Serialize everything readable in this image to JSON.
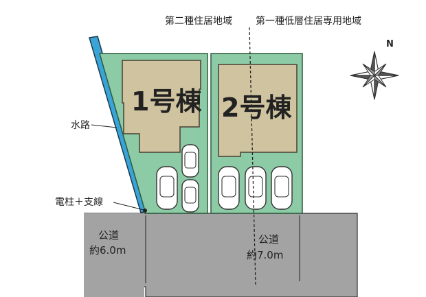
{
  "zoning": {
    "left": "第二種住居地域",
    "right": "第一種低層住居専用地域"
  },
  "buildings": [
    {
      "label": "1号棟"
    },
    {
      "label": "2号棟"
    }
  ],
  "labels": {
    "waterway": "水路",
    "pole": "電柱＋支線",
    "compass_north": "N"
  },
  "roads": [
    {
      "name": "公道",
      "width": "約6.0m"
    },
    {
      "name": "公道",
      "width": "約7.0m"
    }
  ],
  "colors": {
    "lot": "#8ccba6",
    "lot_edge": "#2d5b3c",
    "building": "#cfc3a0",
    "building_edge": "#4a4030",
    "waterway": "#3aa3d8",
    "road": "#a3a3a3",
    "car": "#ffffff"
  }
}
